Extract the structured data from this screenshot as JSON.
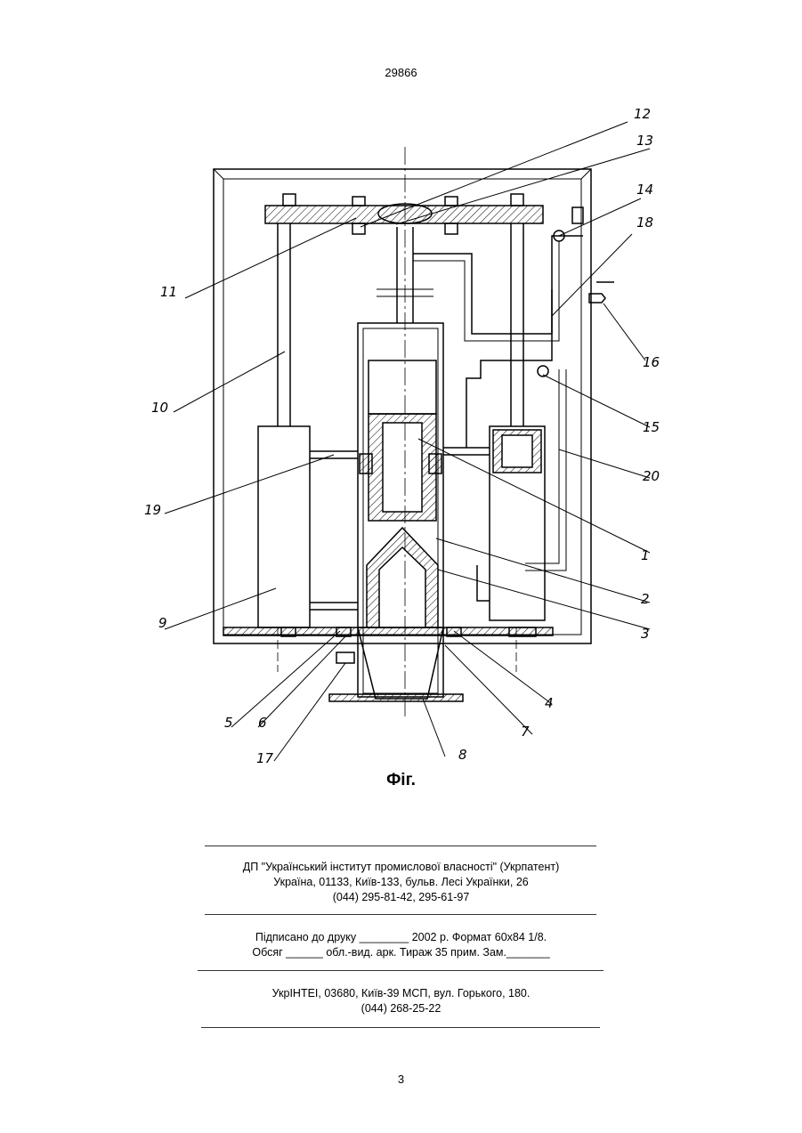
{
  "header": {
    "patent_number": "29866"
  },
  "figure": {
    "caption": "Фіг.",
    "part_labels": [
      "1",
      "2",
      "3",
      "4",
      "5",
      "6",
      "7",
      "8",
      "9",
      "10",
      "11",
      "12",
      "13",
      "14",
      "15",
      "16",
      "17",
      "18",
      "19",
      "20"
    ]
  },
  "imprint": {
    "publisher_name": "ДП \"Український інститут промислової власності\" (Укрпатент)",
    "publisher_address": "Україна, 01133, Київ-133, бульв. Лесі Українки, 26",
    "publisher_phone": "(044) 295-81-42, 295-61-97",
    "print_line_1": "Підписано до друку ________ 2002 р.    Формат 60х84 1/8.",
    "print_line_2": "Обсяг ______ обл.-вид. арк.   Тираж 35 прим.    Зам._______",
    "printer_address": "УкрІНТЕІ, 03680, Київ-39 МСП, вул. Горького, 180.",
    "printer_phone": "(044) 268-25-22"
  },
  "footer": {
    "page_number": "3"
  }
}
